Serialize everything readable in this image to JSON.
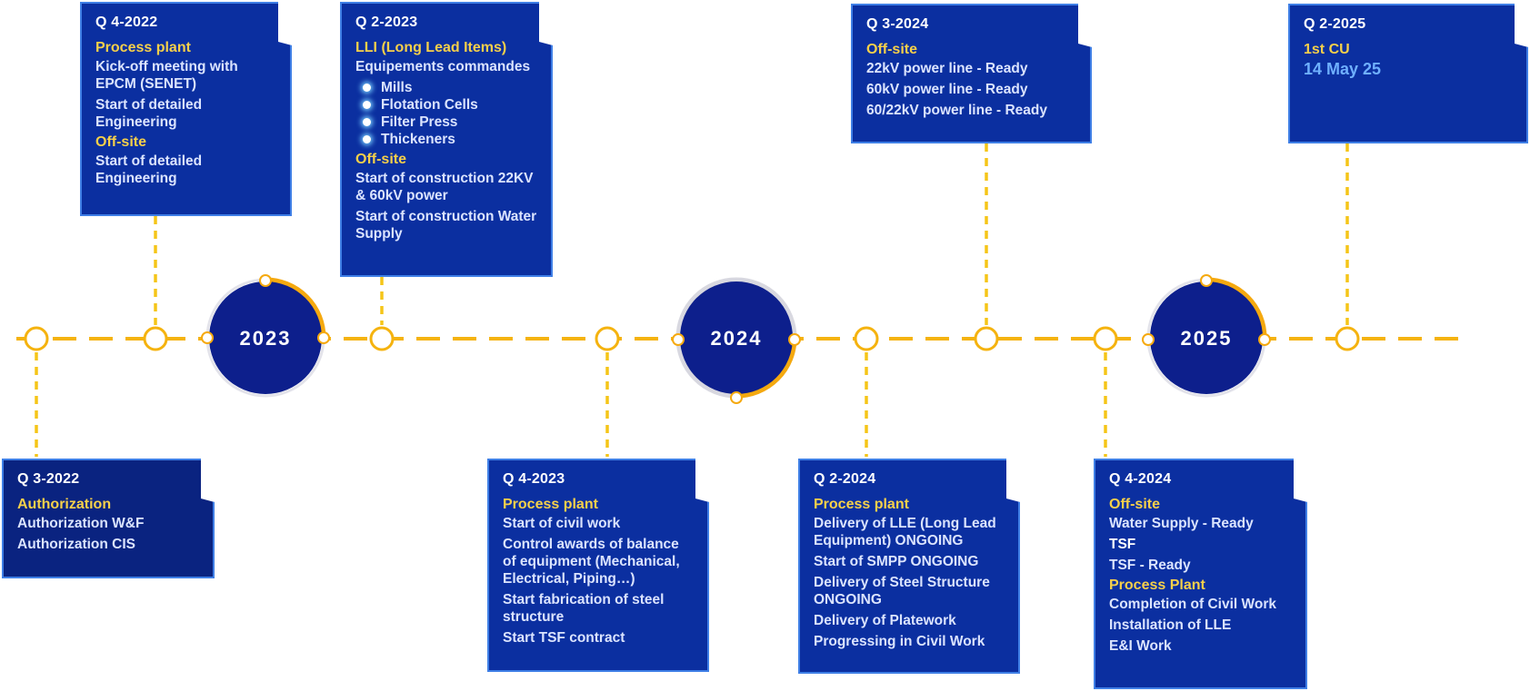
{
  "years": [
    "2023",
    "2024",
    "2025"
  ],
  "cards": {
    "q3_2022": {
      "quarter": "Q 3-2022",
      "sections": [
        {
          "title": "Authorization",
          "items": [
            "Authorization W&F",
            "Authorization CIS"
          ]
        }
      ]
    },
    "q4_2022": {
      "quarter": "Q 4-2022",
      "sections": [
        {
          "title": "Process plant",
          "items": [
            "Kick-off meeting with EPCM (SENET)",
            "Start of detailed Engineering"
          ]
        },
        {
          "title": "Off-site",
          "items": [
            "Start of detailed Engineering"
          ]
        }
      ]
    },
    "q2_2023": {
      "quarter": "Q 2-2023",
      "sections": [
        {
          "title": "LLI (Long Lead Items)",
          "items": [
            "Equipements commandes"
          ],
          "bullets": [
            "Mills",
            "Flotation Cells",
            "Filter Press",
            "Thickeners"
          ]
        },
        {
          "title": "Off-site",
          "items": [
            "Start of construction 22KV & 60kV power",
            "Start of construction Water Supply"
          ]
        }
      ]
    },
    "q4_2023": {
      "quarter": "Q 4-2023",
      "sections": [
        {
          "title": "Process plant",
          "items": [
            "Start of civil work",
            "Control awards of balance of equipment (Mechanical, Electrical, Piping…)",
            "Start fabrication of steel structure",
            "Start TSF contract"
          ]
        }
      ]
    },
    "q2_2024": {
      "quarter": "Q 2-2024",
      "sections": [
        {
          "title": "Process plant",
          "items": [
            "Delivery of LLE (Long Lead Equipment) ONGOING",
            "Start of SMPP ONGOING",
            "Delivery of Steel Structure ONGOING",
            "Delivery of Platework",
            "Progressing in Civil Work"
          ]
        }
      ]
    },
    "q3_2024": {
      "quarter": "Q 3-2024",
      "sections": [
        {
          "title": "Off-site",
          "items": [
            "22kV power line - Ready",
            "60kV power line - Ready",
            "60/22kV power line - Ready"
          ]
        }
      ]
    },
    "q4_2024": {
      "quarter": "Q 4-2024",
      "sections": [
        {
          "title": "Off-site",
          "items": [
            "Water Supply - Ready",
            "TSF",
            "TSF - Ready"
          ]
        },
        {
          "title": "Process Plant",
          "items": [
            "Completion of Civil Work",
            "Installation of LLE",
            "E&I Work"
          ]
        }
      ]
    },
    "q2_2025": {
      "quarter": "Q 2-2025",
      "sections": [
        {
          "title": "1st CU",
          "items": []
        }
      ],
      "date": "14 May 25"
    }
  },
  "colors": {
    "card_bg": "#0b2fa0",
    "card_border": "#3f7fe6",
    "section_title": "#f6d04a",
    "timeline_dash": "#f5b30f",
    "year_circle": "#0d1f8c",
    "date_accent": "#6fb0ff"
  }
}
